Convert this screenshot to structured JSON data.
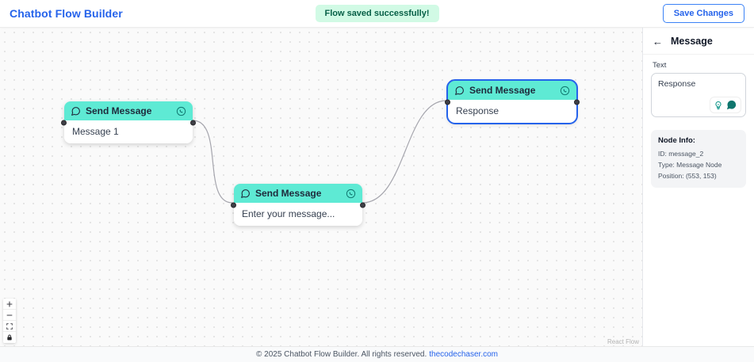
{
  "header": {
    "title": "Chatbot Flow Builder",
    "banner": "Flow saved successfully!",
    "save_button": "Save Changes"
  },
  "canvas": {
    "nodes": [
      {
        "header": "Send Message",
        "body": "Message 1"
      },
      {
        "header": "Send Message",
        "body": "Enter your message..."
      },
      {
        "header": "Send Message",
        "body": "Response",
        "selected": true
      }
    ],
    "attribution": "React Flow"
  },
  "panel": {
    "back_icon": "←",
    "title": "Message",
    "text_label": "Text",
    "textarea_value": "Response",
    "node_info": {
      "title": "Node Info:",
      "id": "ID: message_2",
      "type": "Type: Message Node",
      "position": "Position: (553, 153)"
    }
  },
  "footer": {
    "copyright": "© 2025 Chatbot Flow Builder. All rights reserved.",
    "link": "thecodechaser.com"
  },
  "colors": {
    "accent_blue": "#2563eb",
    "node_header_teal": "#5eead4",
    "banner_bg": "#d1fae5",
    "banner_text": "#065f46",
    "edge_gray": "#a5a5ad",
    "icon_teal": "#0d9488"
  }
}
